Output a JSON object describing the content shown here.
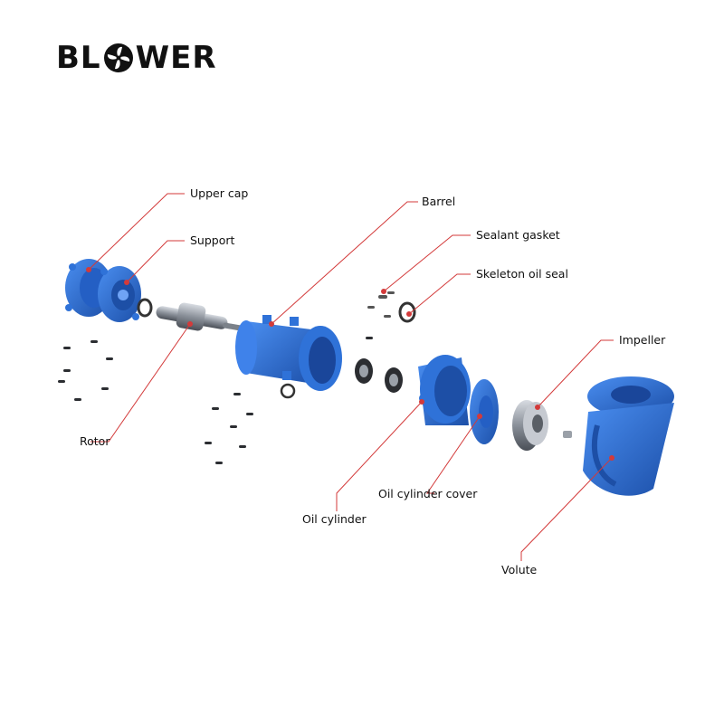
{
  "brand": {
    "text_before": "BL",
    "text_after": "WER",
    "logo_icon": "fan-blade-icon"
  },
  "colors": {
    "part_blue": "#2f72d8",
    "part_blue_dark": "#1d4fa6",
    "leader_red": "#d33a3a",
    "metal": "#9aa0a8",
    "text": "#111111"
  },
  "labels": {
    "upper_cap": "Upper cap",
    "support": "Support",
    "rotor": "Rotor",
    "barrel": "Barrel",
    "sealant_gasket": "Sealant gasket",
    "skeleton_oil_seal": "Skeleton oil seal",
    "impeller": "Impeller",
    "oil_cylinder_cover": "Oil cylinder cover",
    "oil_cylinder": "Oil cylinder",
    "volute": "Volute"
  }
}
